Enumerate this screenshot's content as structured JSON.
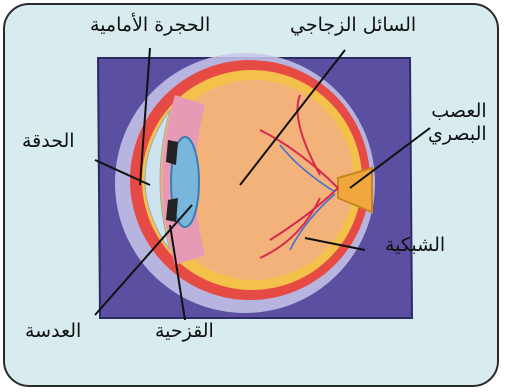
{
  "labels": {
    "vitreous_humor": "السائل الزجاجي",
    "anterior_chamber": "الحجرة الأمامية",
    "optic_nerve_line1": "العصب",
    "optic_nerve_line2": "البصري",
    "pupil": "الحدقة",
    "retina": "الشبكية",
    "lens": "العدسة",
    "iris": "القزحية"
  },
  "colors": {
    "card_bg": "#d8ecf0",
    "backdrop": "#5a4fa0",
    "eye_inner": "#f2b27a",
    "sclera": "#e9493f",
    "cornea": "#cfe3ee"
  }
}
